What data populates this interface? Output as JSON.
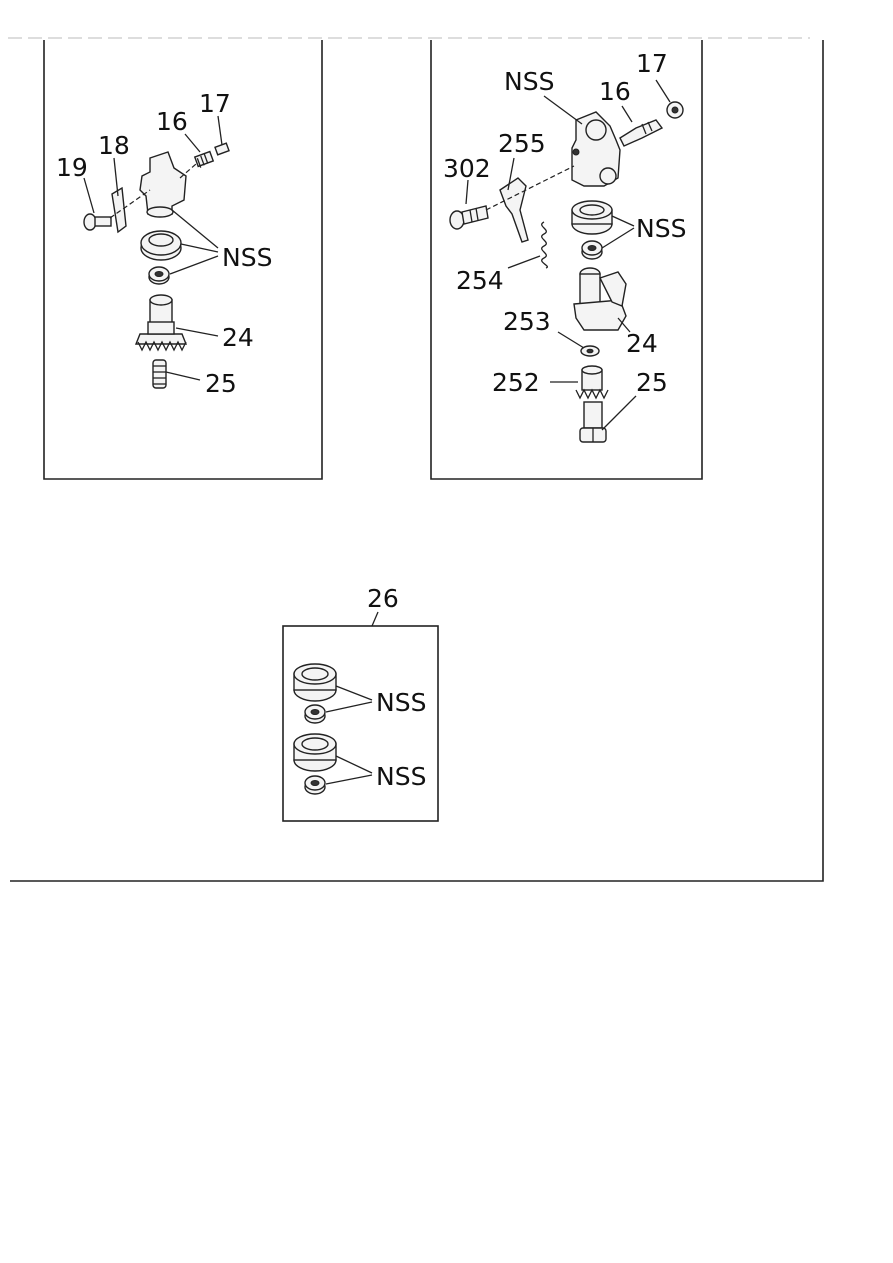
{
  "diagram": {
    "left_panel": {
      "labels": {
        "p19": "19",
        "p18": "18",
        "p16": "16",
        "p17": "17",
        "nss": "NSS",
        "p24": "24",
        "p25": "25"
      }
    },
    "right_panel": {
      "labels": {
        "nss_top": "NSS",
        "p17": "17",
        "p16": "16",
        "p302": "302",
        "p255": "255",
        "nss": "NSS",
        "p254": "254",
        "p253": "253",
        "p24": "24",
        "p252": "252",
        "p25": "25"
      }
    },
    "kit_panel": {
      "labels": {
        "p26": "26",
        "nss_a": "NSS",
        "nss_b": "NSS"
      }
    }
  }
}
